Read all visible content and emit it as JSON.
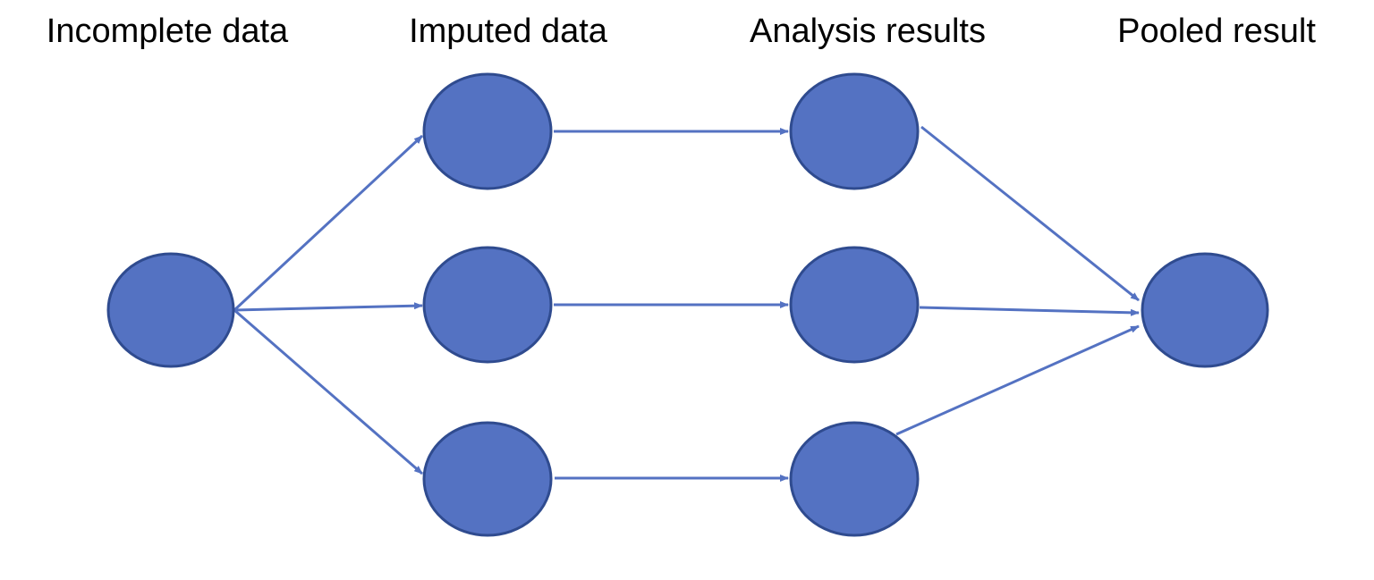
{
  "stages": [
    {
      "label": "Incomplete data"
    },
    {
      "label": "Imputed data"
    },
    {
      "label": "Analysis results"
    },
    {
      "label": "Pooled result"
    }
  ],
  "colors": {
    "node_fill": "#5472C2",
    "node_stroke": "#2F4B8F",
    "edge": "#5472C2",
    "text": "#000000",
    "background": "#ffffff"
  }
}
